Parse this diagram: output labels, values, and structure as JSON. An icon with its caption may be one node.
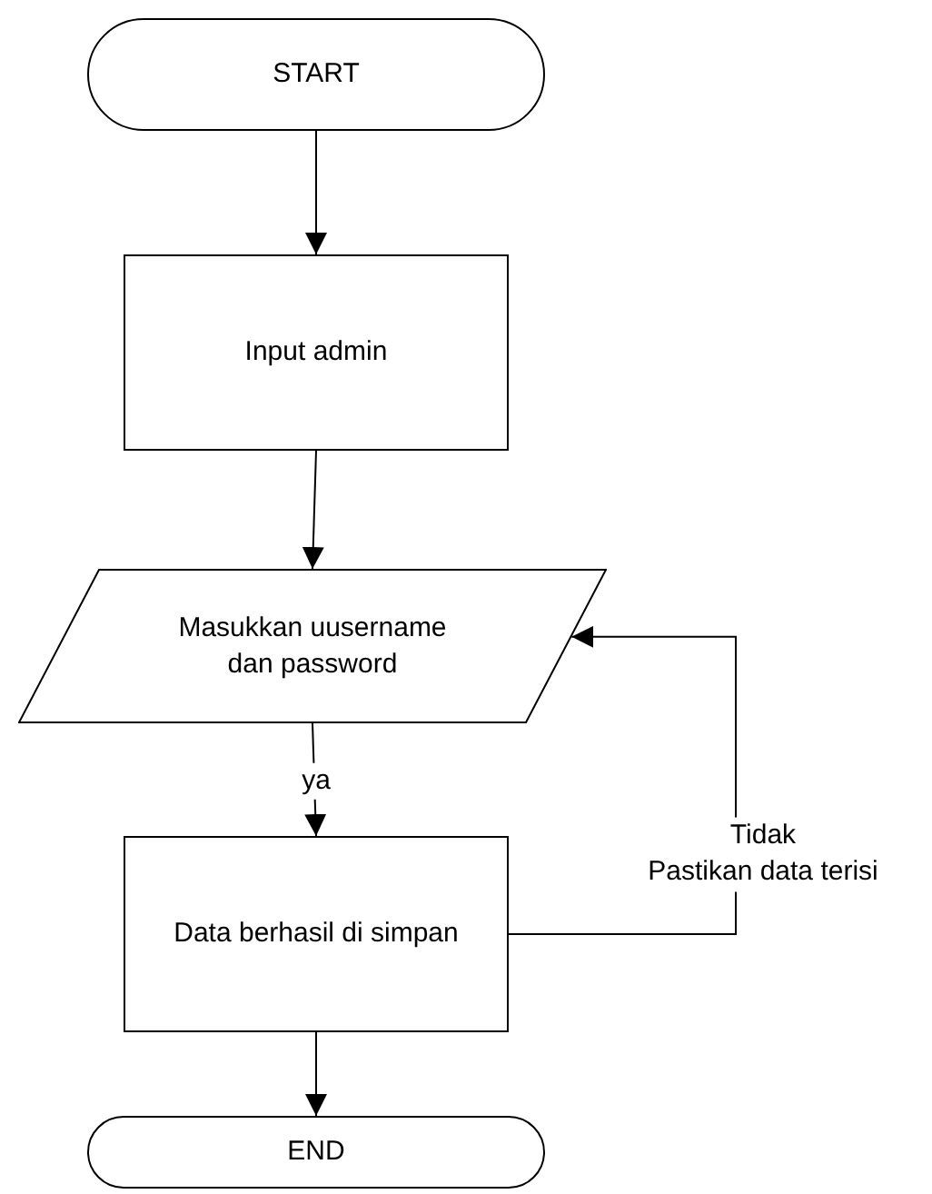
{
  "diagram": {
    "nodes": [
      {
        "text": [
          "START"
        ]
      },
      {
        "text": [
          "Input admin"
        ]
      },
      {
        "text": [
          "Masukkan uusername dan password"
        ]
      },
      {
        "text": [
          "Data berhasil di simpan"
        ]
      },
      {
        "text": [
          "END"
        ]
      }
    ],
    "edges": [
      {
        "from": 0,
        "to": 1,
        "arrow": "to"
      },
      {
        "from": 1,
        "to": 2,
        "arrow": "to"
      },
      {
        "from": 2,
        "to": 3,
        "label": "ya",
        "arrow": "to"
      },
      {
        "from": 3,
        "to": 2,
        "label": "Tidak Pastikan data terisi",
        "arrow": "to"
      },
      {
        "from": 3,
        "to": 4,
        "arrow": "to"
      }
    ]
  }
}
